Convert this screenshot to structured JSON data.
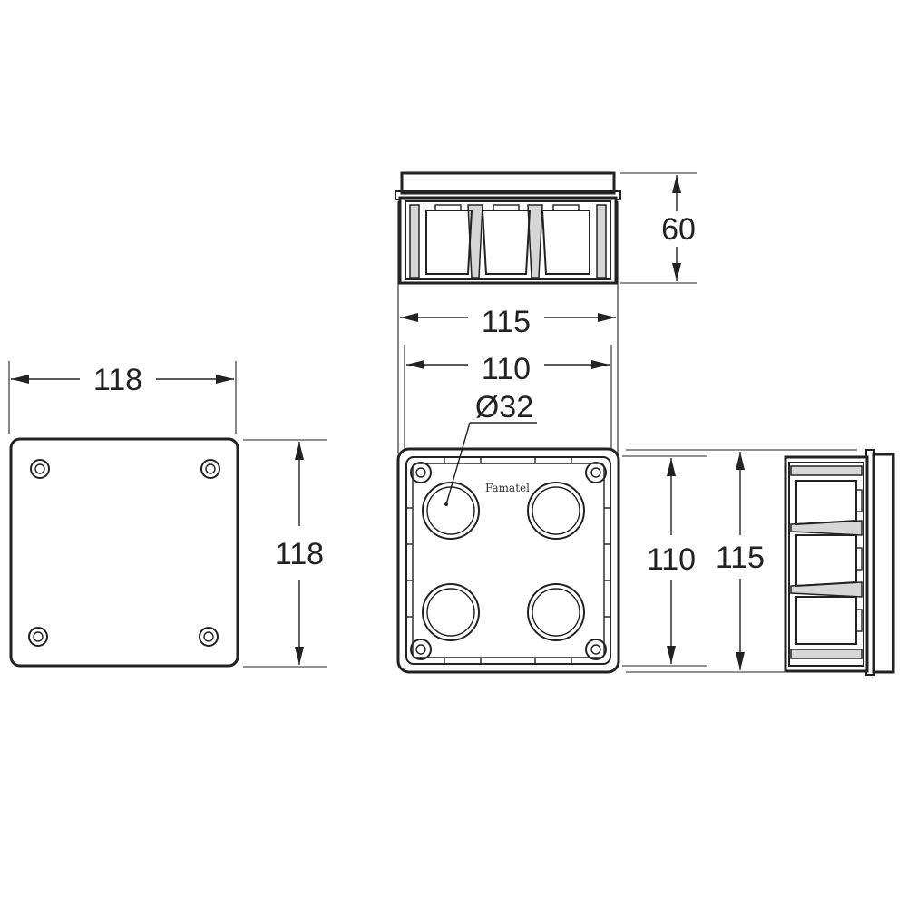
{
  "dimensions": {
    "lid_width": "118",
    "lid_height": "118",
    "box_depth": "60",
    "box_outer_width": "115",
    "box_inner_width": "110",
    "hole_diameter": "Ø32",
    "box_inner_height": "110",
    "box_outer_height": "115"
  },
  "brand": {
    "name": "Famatel"
  },
  "colors": {
    "line": "#222222",
    "fill": "#ffffff",
    "shade": "#d6d6d6"
  }
}
